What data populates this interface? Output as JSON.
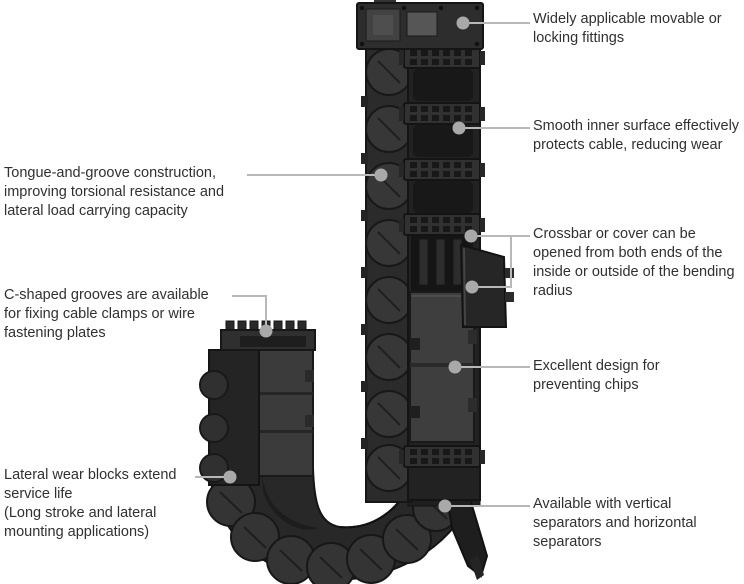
{
  "callouts": {
    "left": [
      {
        "id": "tongue-and-groove",
        "text": "Tongue-and-groove construction,\nimproving torsional resistance and\nlateral load carrying capacity"
      },
      {
        "id": "c-shaped-grooves",
        "text": "C-shaped grooves are available\nfor fixing cable clamps or wire\nfastening plates"
      },
      {
        "id": "lateral-wear-blocks",
        "text": "Lateral wear blocks extend\nservice life\n(Long stroke and lateral\nmounting applications)"
      }
    ],
    "right": [
      {
        "id": "fittings",
        "text": "Widely applicable movable or\nlocking fittings"
      },
      {
        "id": "smooth-inner-surface",
        "text": "Smooth inner surface effectively\nprotects cable, reducing wear"
      },
      {
        "id": "crossbar-cover",
        "text": "Crossbar or cover can be\nopened from both ends of the\ninside or outside of the bending\nradius"
      },
      {
        "id": "chip-prevention",
        "text": "Excellent design for\npreventing chips"
      },
      {
        "id": "separators",
        "text": "Available with vertical\nseparators and horizontal\nseparators"
      }
    ]
  },
  "colors": {
    "background": "#ffffff",
    "label_text": "#303030",
    "leader_line": "#b8b8b8",
    "callout_dot": "#a9a9a9",
    "chain_darkest": "#161616",
    "chain_dark": "#222222",
    "chain_mid": "#2d2d2d",
    "chain_panel": "#3e3e3e",
    "chain_light": "#4e4e4e"
  }
}
